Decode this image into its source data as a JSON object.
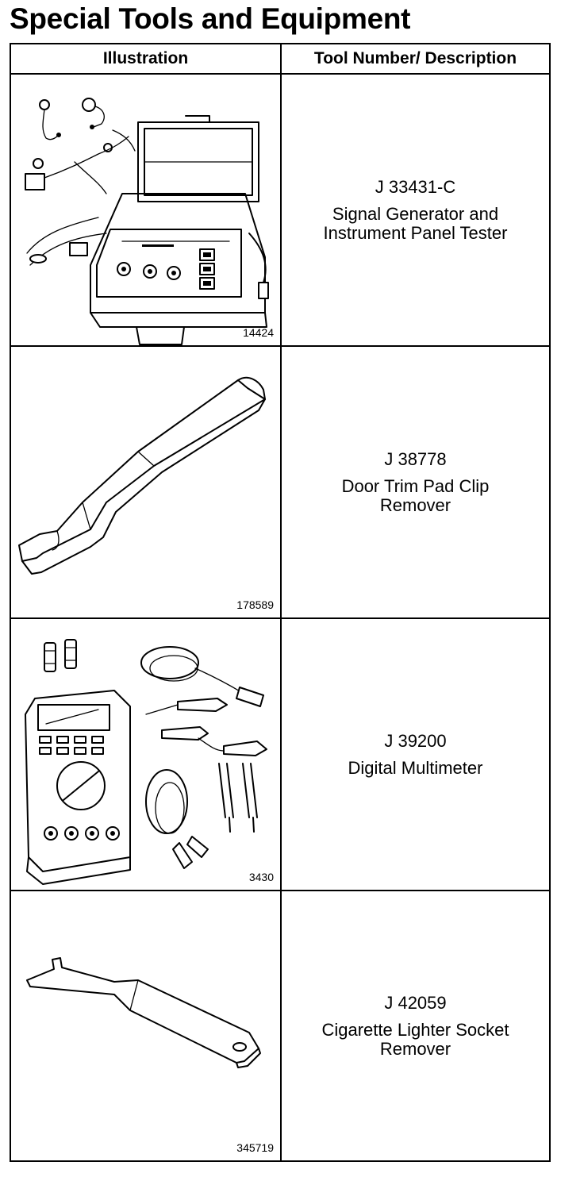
{
  "page": {
    "title": "Special Tools and Equipment"
  },
  "table": {
    "headers": {
      "illustration": "Illustration",
      "description": "Tool Number/ Description"
    },
    "rows": [
      {
        "figure_number": "14424",
        "tool_number": "J 33431-C",
        "description_line1": "Signal Generator and",
        "description_line2": "Instrument Panel Tester"
      },
      {
        "figure_number": "178589",
        "tool_number": "J 38778",
        "description_line1": "Door Trim Pad Clip",
        "description_line2": "Remover"
      },
      {
        "figure_number": "3430",
        "tool_number": "J 39200",
        "description_line1": "Digital Multimeter",
        "description_line2": ""
      },
      {
        "figure_number": "345719",
        "tool_number": "J 42059",
        "description_line1": "Cigarette Lighter Socket",
        "description_line2": "Remover"
      }
    ]
  }
}
